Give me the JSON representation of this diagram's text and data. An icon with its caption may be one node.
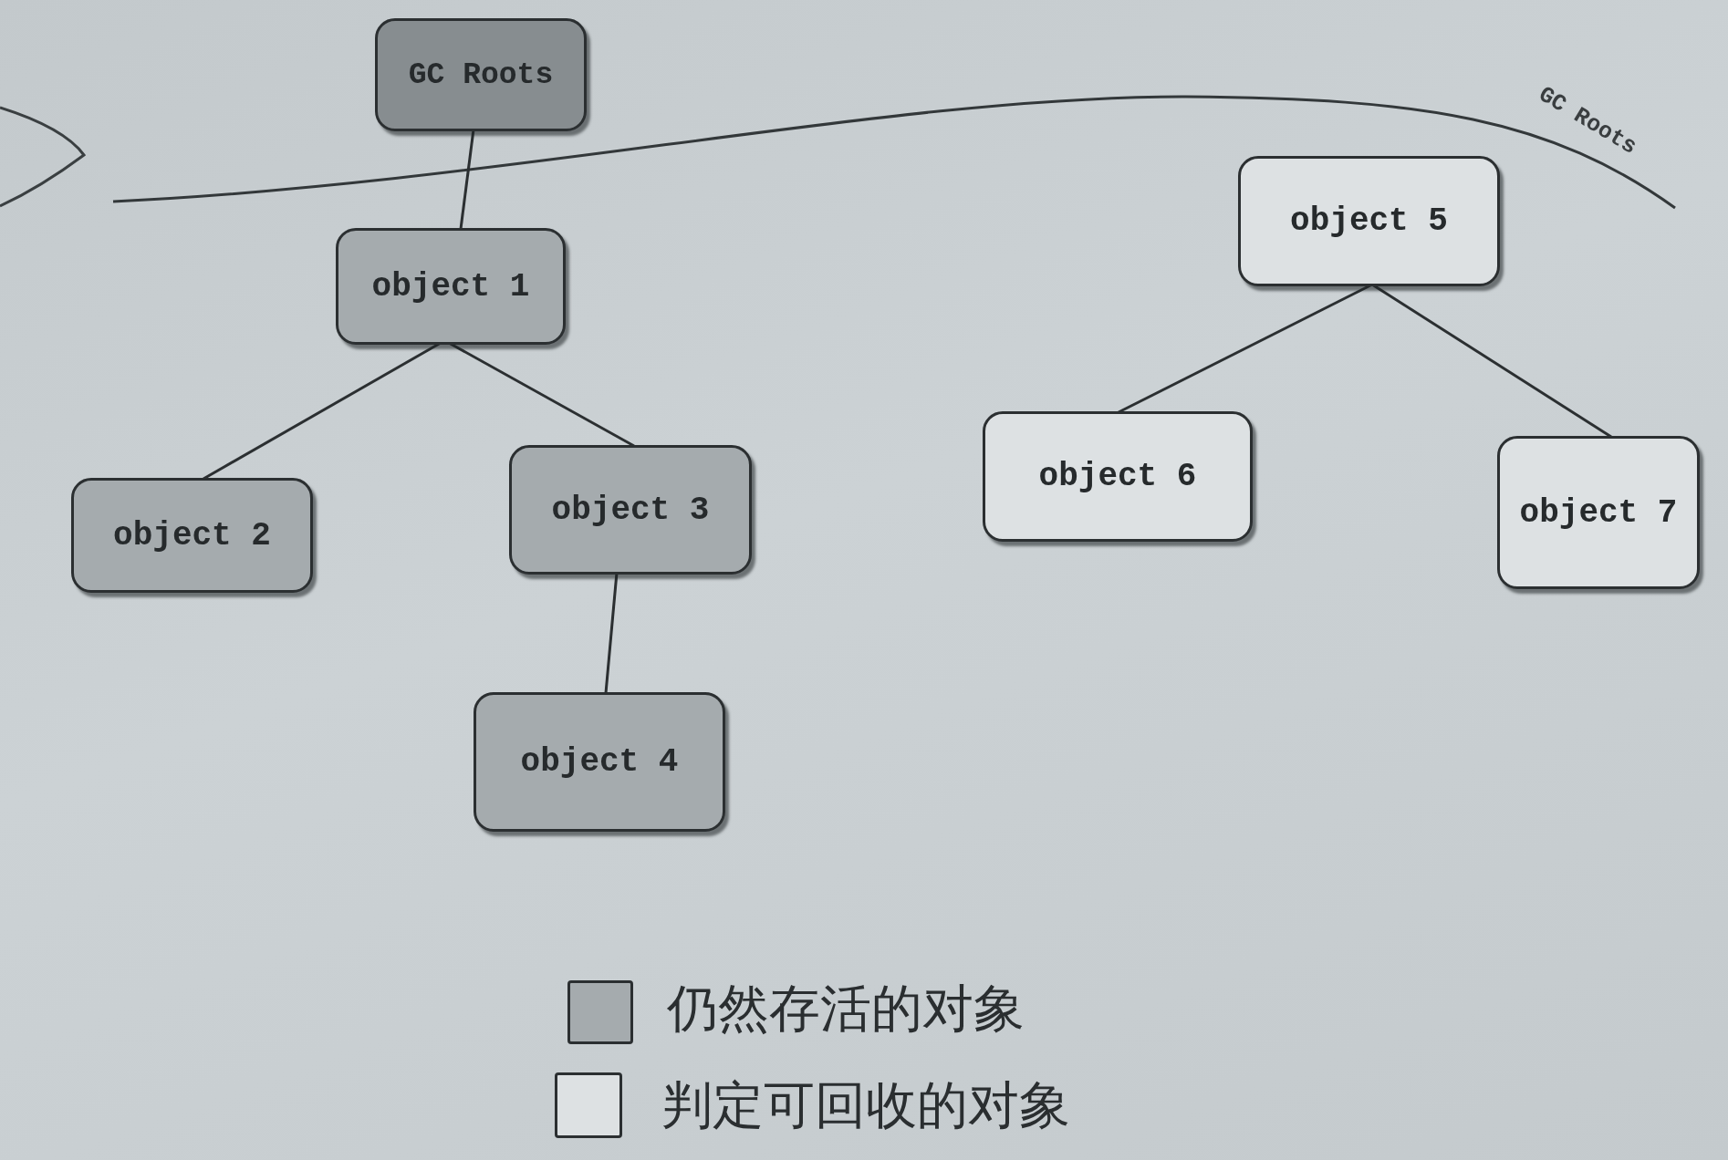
{
  "diagram": {
    "nodes": [
      {
        "text": [
          "GC Roots"
        ]
      },
      {
        "text": [
          "object 1"
        ]
      },
      {
        "text": [
          "object 2"
        ]
      },
      {
        "text": [
          "object 3"
        ]
      },
      {
        "text": [
          "object 4"
        ]
      },
      {
        "text": [
          "object 5"
        ]
      },
      {
        "text": [
          "object 6"
        ]
      },
      {
        "text": [
          "object 7"
        ]
      }
    ],
    "edges": [
      {
        "from": 0,
        "to": 1,
        "arrow": "none"
      },
      {
        "from": 1,
        "to": 2,
        "arrow": "none"
      },
      {
        "from": 1,
        "to": 3,
        "arrow": "none"
      },
      {
        "from": 3,
        "to": 4,
        "arrow": "none"
      },
      {
        "from": 5,
        "to": 6,
        "arrow": "none"
      },
      {
        "from": 5,
        "to": 7,
        "arrow": "none"
      }
    ],
    "labels": [
      "GC Roots"
    ],
    "legend": [
      {
        "text": "仍然存活的对象",
        "color": "#a5abae"
      },
      {
        "text": "判定可回收的对象",
        "color": "#dde1e3"
      }
    ]
  }
}
